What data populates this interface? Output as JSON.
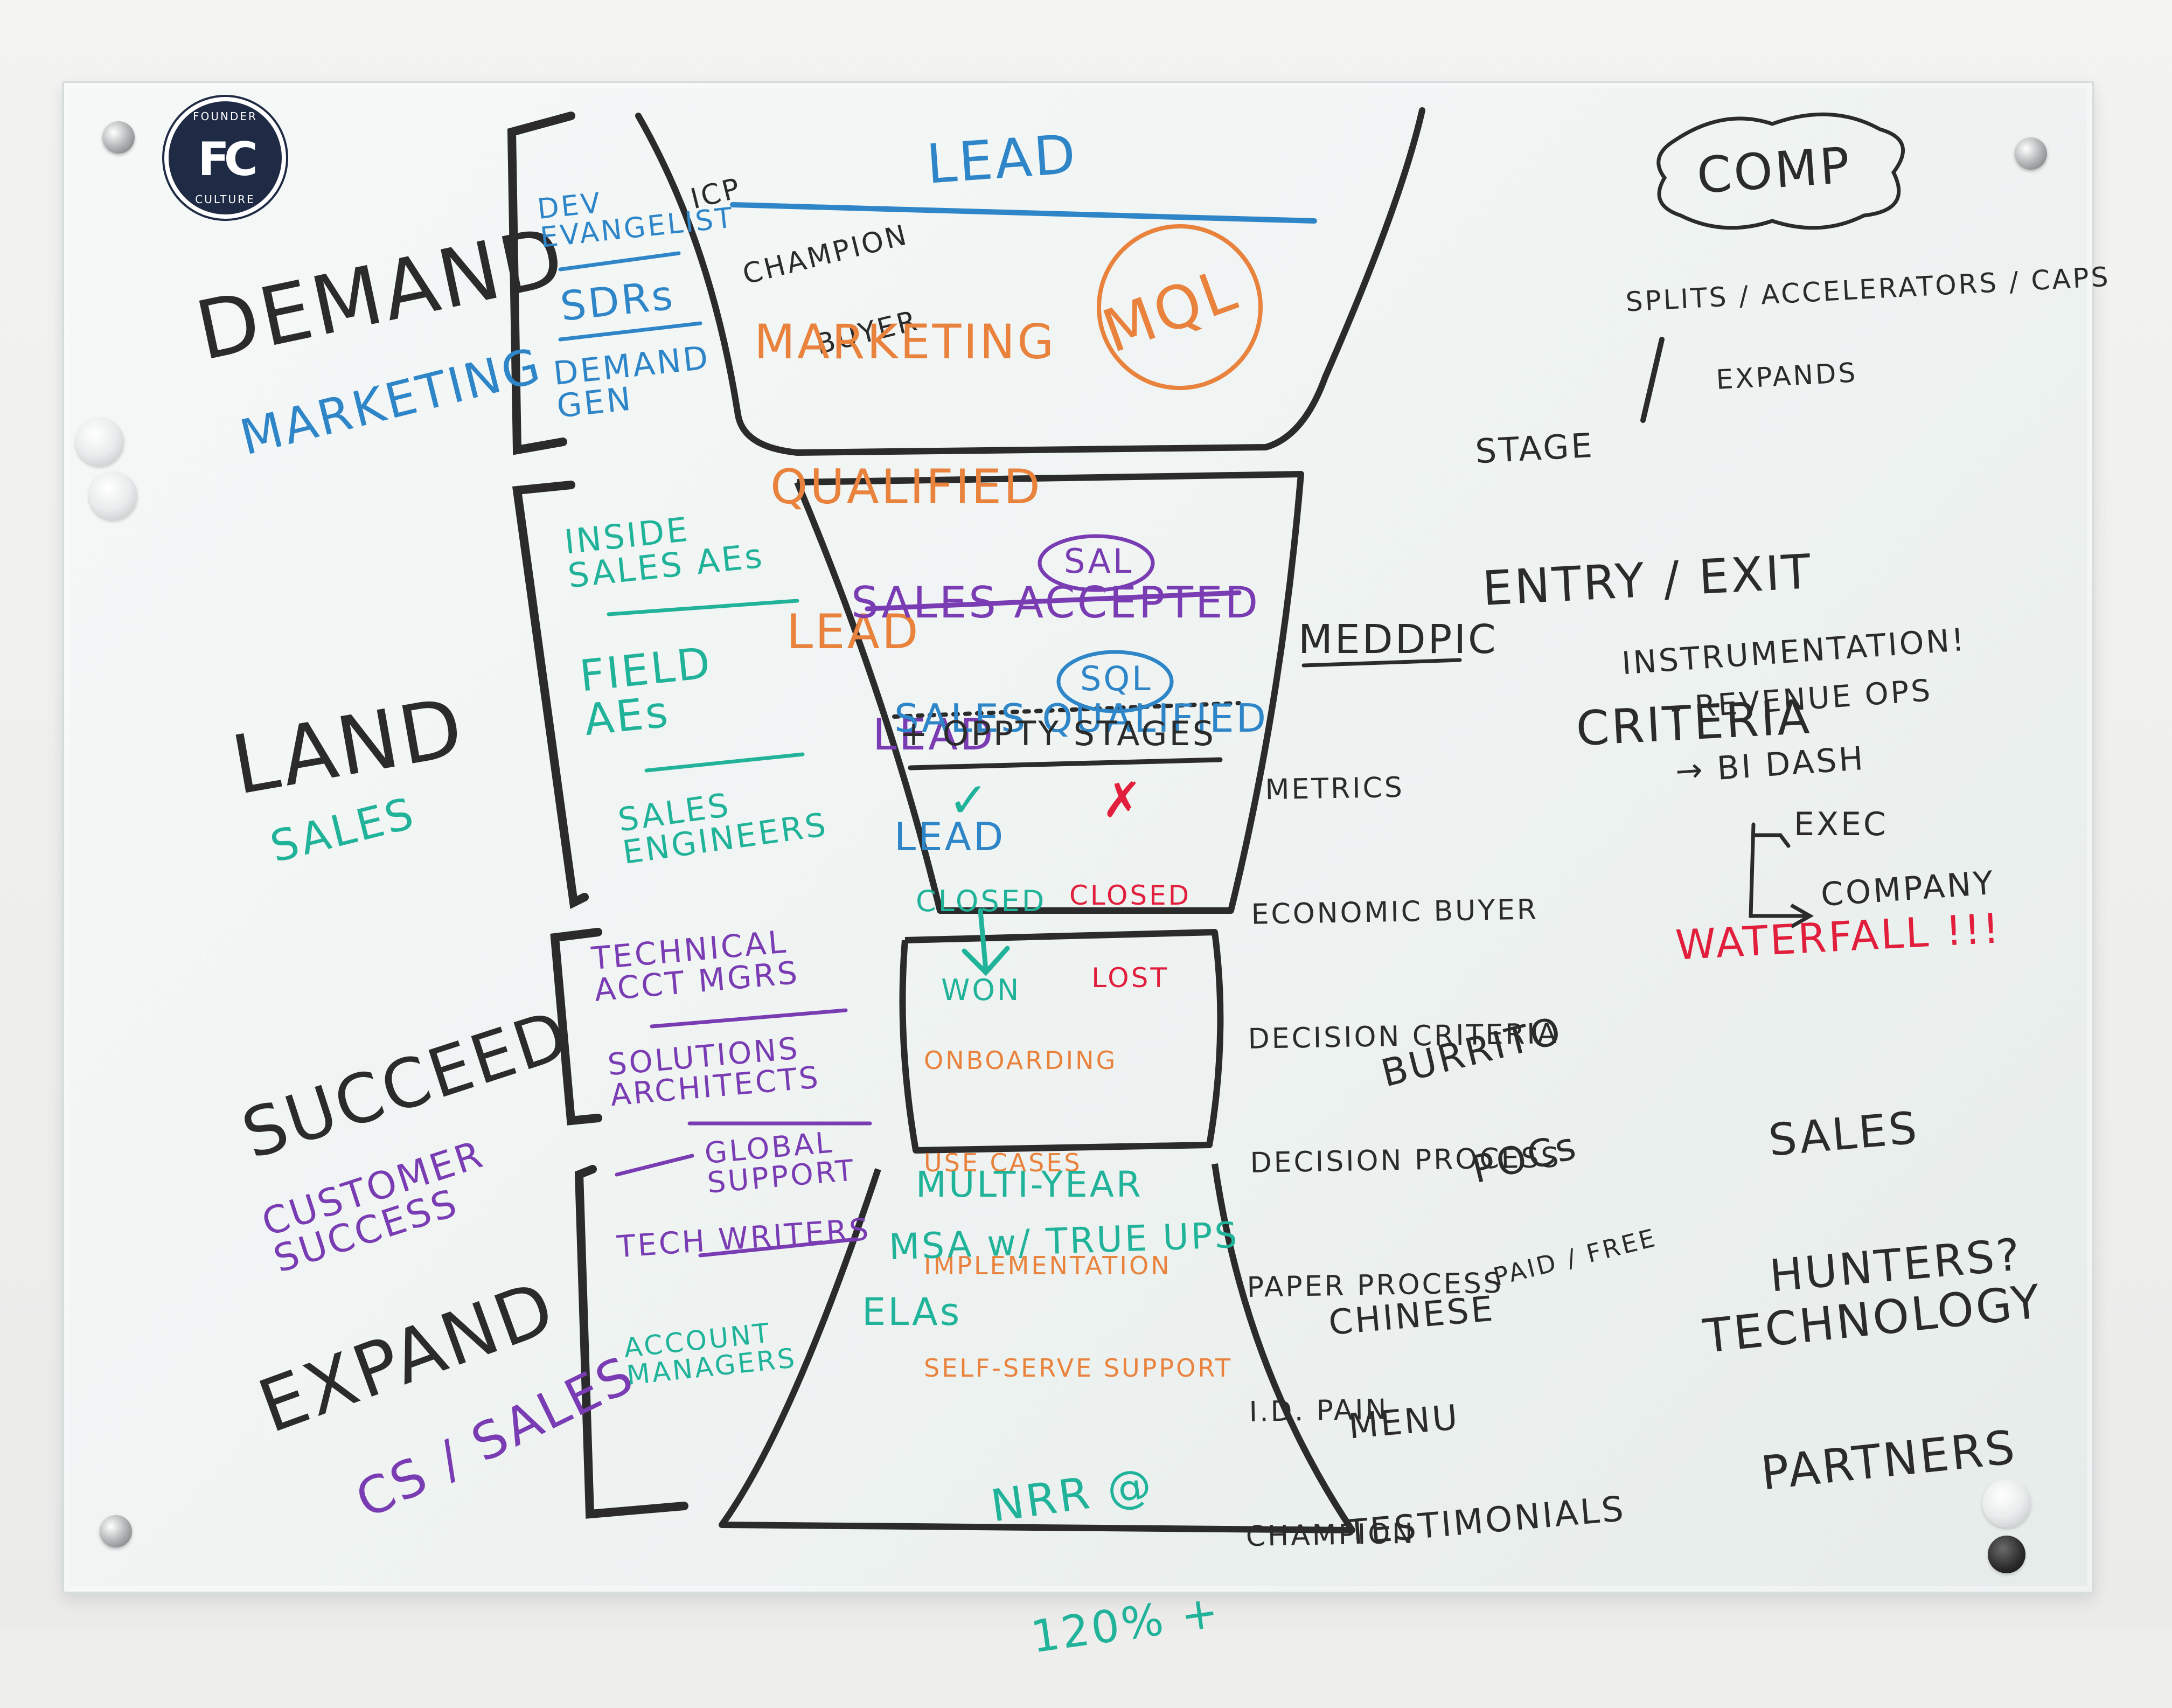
{
  "logo": {
    "top": "FOUNDER",
    "bottom": "CULTURE",
    "mark": "FC"
  },
  "stages": {
    "demand": {
      "title": "DEMAND",
      "sub": "MARKETING"
    },
    "land": {
      "title": "LAND",
      "sub": "SALES"
    },
    "succeed": {
      "title": "SUCCEED",
      "sub": "CUSTOMER SUCCESS"
    },
    "expand": {
      "title": "EXPAND",
      "sub": "CS / SALES"
    }
  },
  "roles": {
    "demand": [
      "DEV EVANGELIST",
      "SDRs",
      "DEMAND GEN"
    ],
    "land": [
      "INSIDE SALES AEs",
      "FIELD AEs",
      "SALES ENGINEERS"
    ],
    "succeed": [
      "TECHNICAL ACCT MGRS",
      "SOLUTIONS ARCHITECTS",
      "GLOBAL SUPPORT"
    ],
    "expand": [
      "TECH WRITERS",
      "ACCOUNT MANAGERS"
    ]
  },
  "funnel": {
    "icp": [
      "ICP",
      "CHAMPION",
      "BUYER"
    ],
    "lead": "LEAD",
    "mql": [
      "MARKETING",
      "QUALIFIED",
      "LEAD"
    ],
    "mql_badge": "MQL",
    "sal": [
      "SALES ACCEPTED",
      "LEAD"
    ],
    "sal_badge": "SAL",
    "sql": [
      "SALES QUALIFIED",
      "LEAD"
    ],
    "sql_badge": "SQL",
    "oppty": "+ OPPTY STAGES",
    "won_mark": "✓",
    "won": [
      "CLOSED",
      "WON"
    ],
    "lost_mark": "✗",
    "lost": [
      "CLOSED",
      "LOST"
    ],
    "onboarding": [
      "ONBOARDING",
      "USE CASES",
      "IMPLEMENTATION",
      "SELF-SERVE SUPPORT"
    ],
    "expand": [
      "MULTI-YEAR",
      "MSA w/ TRUE UPS",
      "ELAs"
    ],
    "nrr": [
      "NRR @",
      "120% +"
    ]
  },
  "comp": {
    "title": "COMP",
    "detail": [
      "SPLITS / ACCELERATORS / CAPS",
      "EXPANDS"
    ]
  },
  "criteria": [
    "STAGE",
    "ENTRY / EXIT",
    "CRITERIA"
  ],
  "meddpic": {
    "title": "MEDDPIC",
    "items": [
      "METRICS",
      "ECONOMIC BUYER",
      "DECISION CRITERIA",
      "DECISION PROCESS",
      "PAPER PROCESS",
      "I.D. PAIN",
      "CHAMPION"
    ]
  },
  "instrumentation": {
    "title": "INSTRUMENTATION!",
    "items": [
      "- REVENUE OPS",
      "→ BI DASH",
      "EXEC",
      "COMPANY"
    ],
    "waterfall": "WATERFALL !!!"
  },
  "notes": {
    "burrito": [
      "BURRITO",
      "POCs",
      "PAID / FREE"
    ],
    "hunters": [
      "SALES",
      "HUNTERS?"
    ],
    "chinese": [
      "CHINESE",
      "MENU",
      "TESTIMONIALS"
    ],
    "partners": [
      "TECHNOLOGY",
      "PARTNERS"
    ]
  },
  "colors": {
    "black": "#2b2b2b",
    "blue": "#2e86c8",
    "orange": "#e8823c",
    "purple": "#7a3cb3",
    "green": "#21b39a",
    "red": "#e11f3d"
  }
}
